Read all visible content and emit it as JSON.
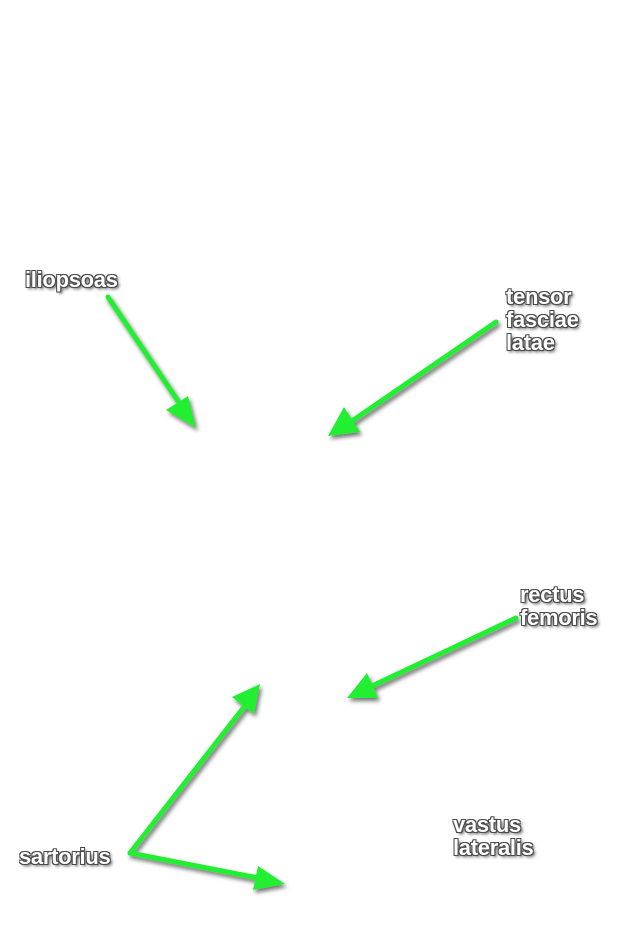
{
  "labels": {
    "iliopsoas": [
      "iliopsoas"
    ],
    "tensor_fasciae_latae": [
      "tensor",
      "fasciae",
      "latae"
    ],
    "rectus_femoris": [
      "rectus",
      "femoris"
    ],
    "sartorius": [
      "sartorius"
    ],
    "vastus_lateralis": [
      "vastus",
      "lateralis"
    ]
  },
  "colors": {
    "arrow": "#22ee33",
    "arrow_outline": "#118a1c",
    "label_text": "#ffffff",
    "label_shadow": "#4a4a4a"
  }
}
